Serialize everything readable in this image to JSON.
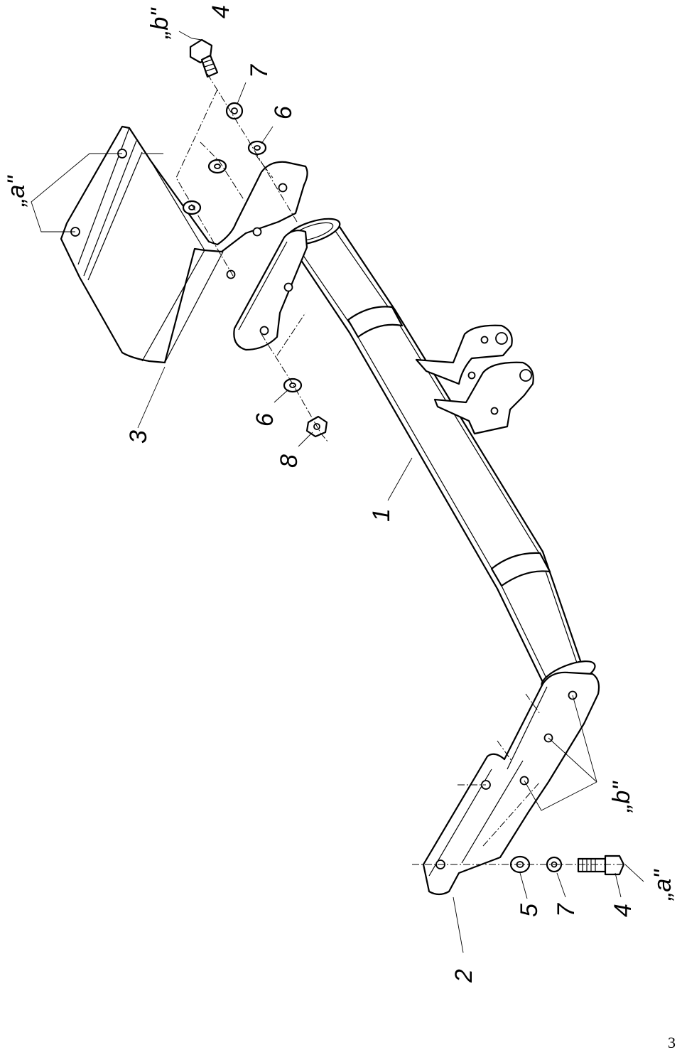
{
  "callouts": {
    "c1": "1",
    "c2": "2",
    "c3": "3",
    "c4_top": "4",
    "c4_bottom": "4",
    "c5": "5",
    "c6_top": "6",
    "c6_left": "6",
    "c7_top": "7",
    "c7_bottom": "7",
    "c8": "8",
    "a_top": "„a\"",
    "a_bottom": "„a\"",
    "b_top": "„b\"",
    "b_bottom": "„b\""
  },
  "page_number": "3"
}
